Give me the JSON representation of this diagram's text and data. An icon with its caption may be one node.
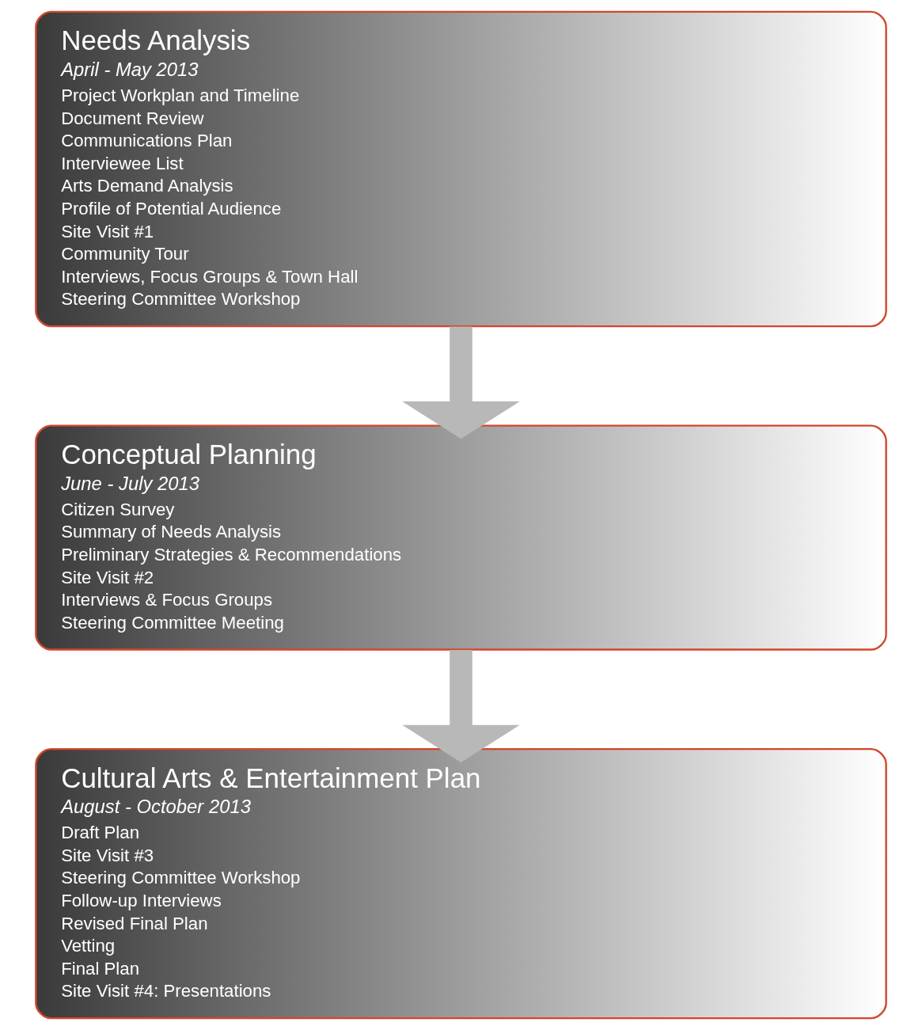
{
  "diagram": {
    "nodes": [
      {
        "text": [
          "Needs Analysis",
          "April - May 2013",
          "Project Workplan and Timeline",
          "Document Review",
          "Communications Plan",
          "Interviewee List",
          "Arts Demand Analysis",
          "Profile of Potential Audience",
          "Site Visit #1",
          "Community Tour",
          "Interviews, Focus Groups & Town Hall",
          "Steering Committee Workshop"
        ]
      },
      {
        "text": [
          "Conceptual Planning",
          "June - July 2013",
          "Citizen Survey",
          "Summary of Needs Analysis",
          "Preliminary Strategies & Recommendations",
          "Site Visit #2",
          "Interviews & Focus Groups",
          "Steering Committee Meeting"
        ]
      },
      {
        "text": [
          "Cultural Arts & Entertainment Plan",
          "August - October 2013",
          "Draft Plan",
          "Site Visit #3",
          "Steering Committee Workshop",
          "Follow-up Interviews",
          "Revised Final Plan",
          "Vetting",
          "Final Plan",
          "Site Visit #4: Presentations"
        ]
      }
    ],
    "edges": [
      {
        "from": 0,
        "to": 1,
        "arrow": "to"
      },
      {
        "from": 1,
        "to": 2,
        "arrow": "to"
      }
    ]
  }
}
